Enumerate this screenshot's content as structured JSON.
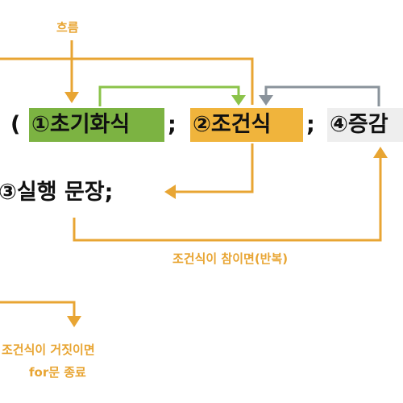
{
  "labels": {
    "flow": "흐름",
    "condition_true": "조건식이 참이면(반복)",
    "condition_false_line1": "조건식이 거짓이면",
    "condition_false_line2": "for문 종료"
  },
  "code": {
    "open_paren": "(",
    "init": "①초기화식",
    "semicolon_1": ";",
    "condition": "②조건식",
    "semicolon_2": ";",
    "increment": "④증감",
    "body_statement": "③실행 문장;"
  },
  "colors": {
    "flow_arrow": "#e8a533",
    "init_highlight": "#7cb342",
    "condition_highlight": "#f0b43c",
    "increment_highlight": "#eeeeee",
    "init_to_condition_arrow": "#8bc34a",
    "increment_to_condition_arrow": "#8a939b"
  }
}
